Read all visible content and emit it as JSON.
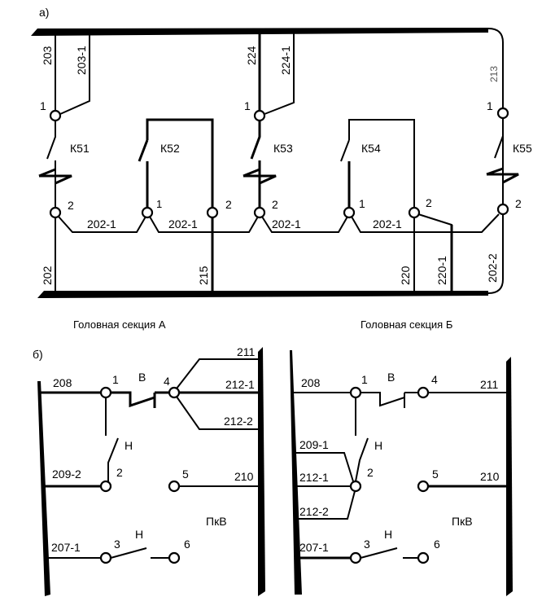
{
  "part_a": {
    "label": "а)",
    "wires_vertical": {
      "w203": "203",
      "w203_1": "203-1",
      "w224": "224",
      "w224_1": "224-1",
      "w213": "213",
      "w202": "202",
      "w215": "215",
      "w220": "220",
      "w220_1": "220-1",
      "w202_2": "202-2"
    },
    "wire_202_1": "202-1",
    "contactors": [
      "К51",
      "К52",
      "К53",
      "К54",
      "К55"
    ],
    "terminal_1": "1",
    "terminal_2": "2",
    "caption_a": "Головная секция А",
    "caption_b": "Головная секция Б"
  },
  "part_b": {
    "label": "б)",
    "left": {
      "w208": "208",
      "w209_2": "209-2",
      "w207_1": "207-1",
      "w211": "211",
      "w212_1": "212-1",
      "w212_2": "212-2",
      "w210": "210",
      "switch_b": "В",
      "switch_h": "Н",
      "name": "ПкВ",
      "terminals": [
        "1",
        "2",
        "3",
        "4",
        "5",
        "6"
      ]
    },
    "right": {
      "w208": "208",
      "w209_1": "209-1",
      "w212_1": "212-1",
      "w212_2": "212-2",
      "w207_1": "207-1",
      "w211": "211",
      "w210": "210",
      "switch_b": "В",
      "switch_h": "Н",
      "name": "ПкВ",
      "terminals": [
        "1",
        "2",
        "3",
        "4",
        "5",
        "6"
      ]
    }
  }
}
